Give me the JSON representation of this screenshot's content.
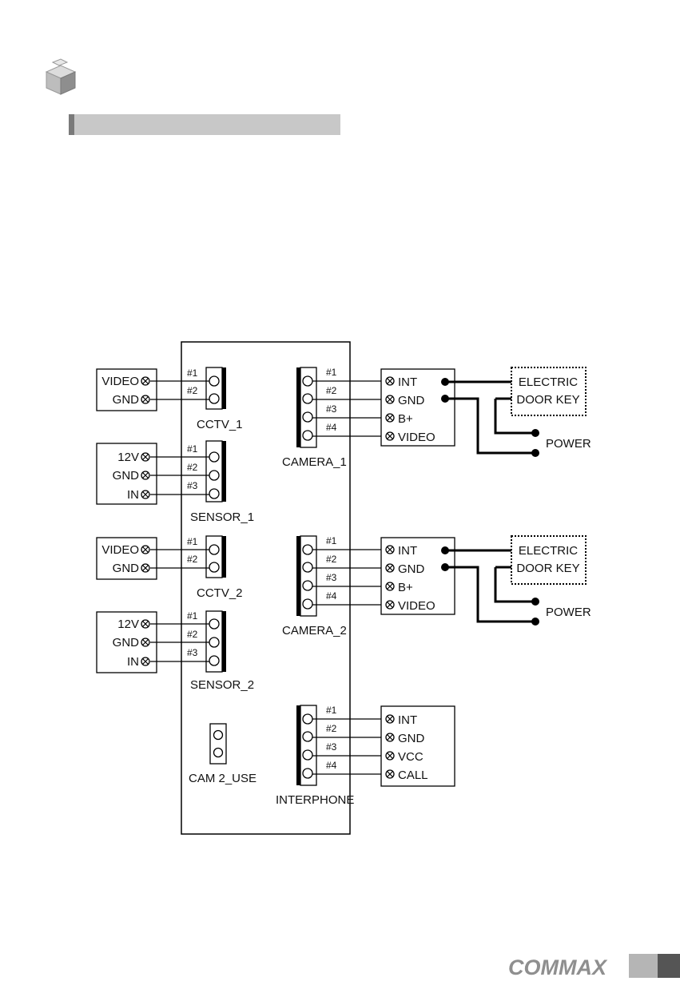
{
  "boxes": {
    "cctv1": [
      "VIDEO",
      "GND"
    ],
    "sensor1": [
      "12V",
      "GND",
      "IN"
    ],
    "cctv2": [
      "VIDEO",
      "GND"
    ],
    "sensor2": [
      "12V",
      "GND",
      "IN"
    ],
    "cam1": [
      "INT",
      "GND",
      "B+",
      "VIDEO"
    ],
    "cam2": [
      "INT",
      "GND",
      "B+",
      "VIDEO"
    ],
    "interphone": [
      "INT",
      "GND",
      "VCC",
      "CALL"
    ]
  },
  "pins": [
    "#1",
    "#2",
    "#3",
    "#4"
  ],
  "connectors": {
    "cctv1": "CCTV_1",
    "sensor1": "SENSOR_1",
    "cctv2": "CCTV_2",
    "sensor2": "SENSOR_2",
    "camera1": "CAMERA_1",
    "camera2": "CAMERA_2",
    "cam2use": "CAM 2_USE",
    "interphone": "INTERPHONE"
  },
  "door_key": {
    "line1": "ELECTRIC",
    "line2": "DOOR KEY"
  },
  "power_label": "POWER",
  "footer": {
    "logo": "COMMAX"
  },
  "icons": {
    "page_icon": "gray-cube-icon",
    "terminal": "circle-cross-terminal"
  }
}
